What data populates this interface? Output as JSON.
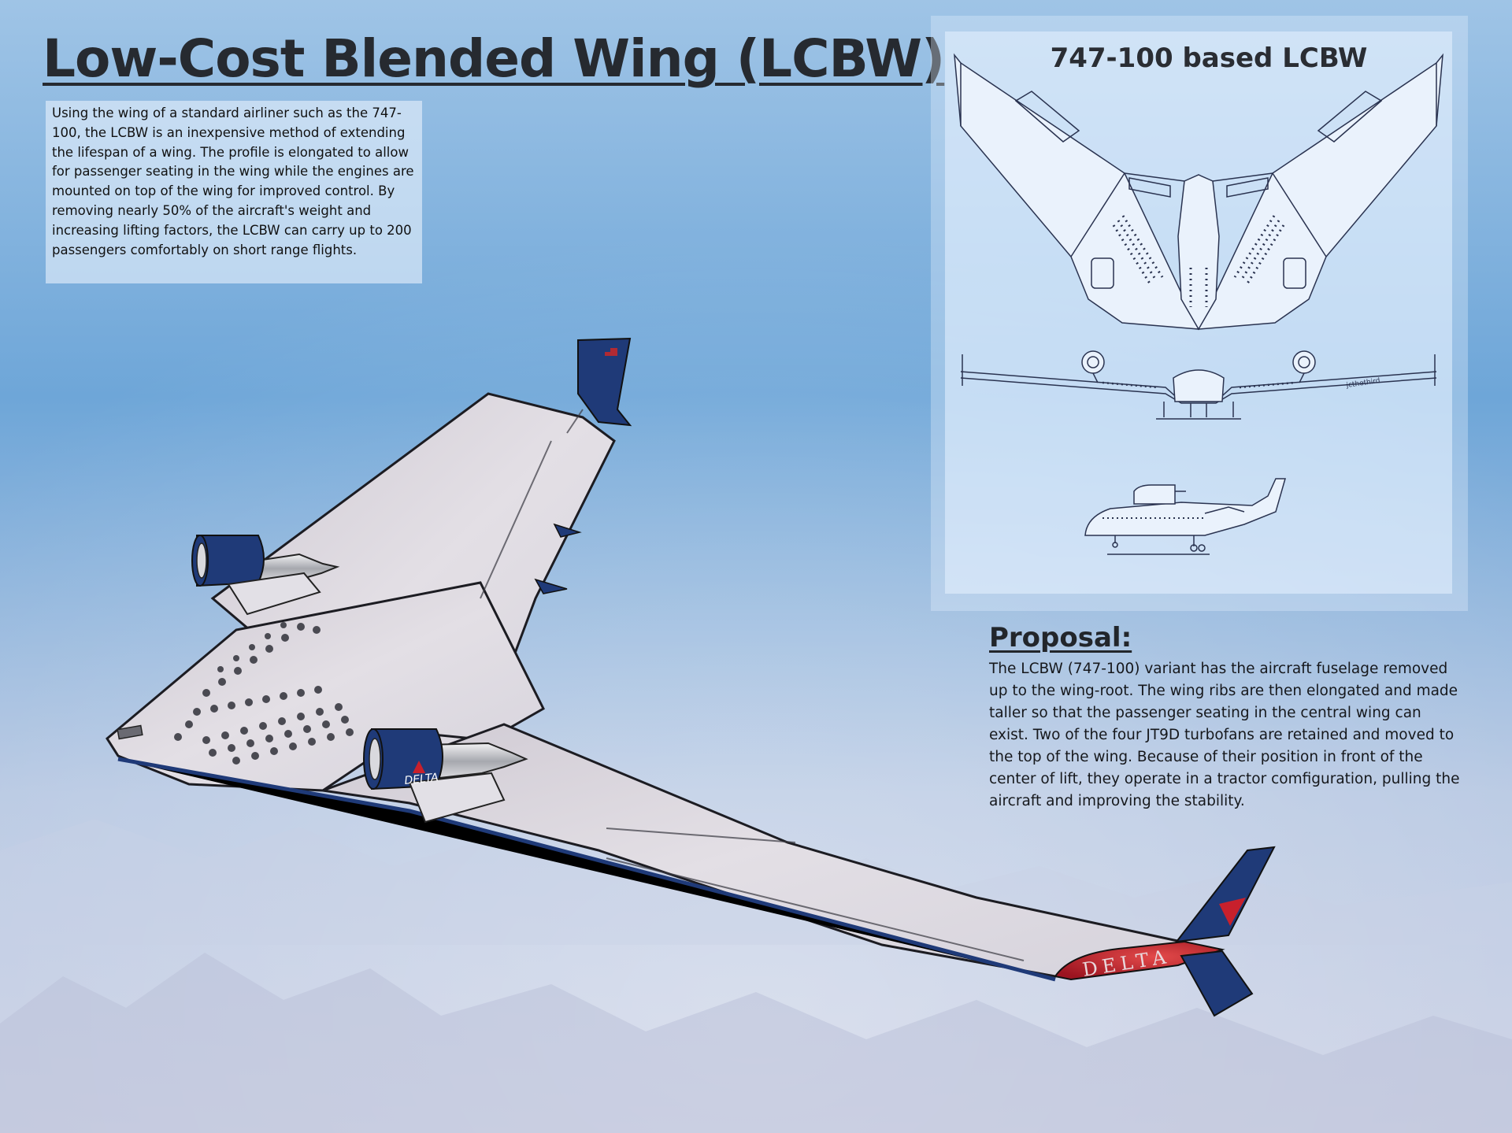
{
  "title": "Low-Cost Blended Wing (LCBW)",
  "intro": "Using the wing of a standard airliner such as the 747-100, the LCBW is an inexpensive method of extending the lifespan of a wing. The profile is elongated to allow for passenger seating in the wing while the engines are mounted on top of the wing for improved control. By removing nearly 50% of the aircraft's weight and increasing lifting factors, the LCBW can carry up to 200 passengers comfortably on short range flights.",
  "diagram": {
    "title": "747-100 based LCBW",
    "signature": "jcthethird"
  },
  "illustration": {
    "engine_livery": "DELTA",
    "wingtip_livery": "DELTA"
  },
  "proposal": {
    "heading": "Proposal:",
    "body": "The LCBW (747-100) variant has the aircraft fuselage removed up to the wing-root. The wing ribs are then elongated and made taller so that the passenger seating in the central wing can exist. Two of the four JT9D turbofans are retained and moved to the top of the wing. Because of their position in front of the center of lift, they operate in a tractor comfiguration, pulling the aircraft and improving the stability."
  },
  "colors": {
    "sky_top": "#7fb0dc",
    "sky_bottom": "#c9d3e6",
    "livery_blue": "#1f3a78",
    "livery_red": "#c8202c",
    "wing_gray": "#dcd8de",
    "line_drawing": "#2a3350"
  }
}
